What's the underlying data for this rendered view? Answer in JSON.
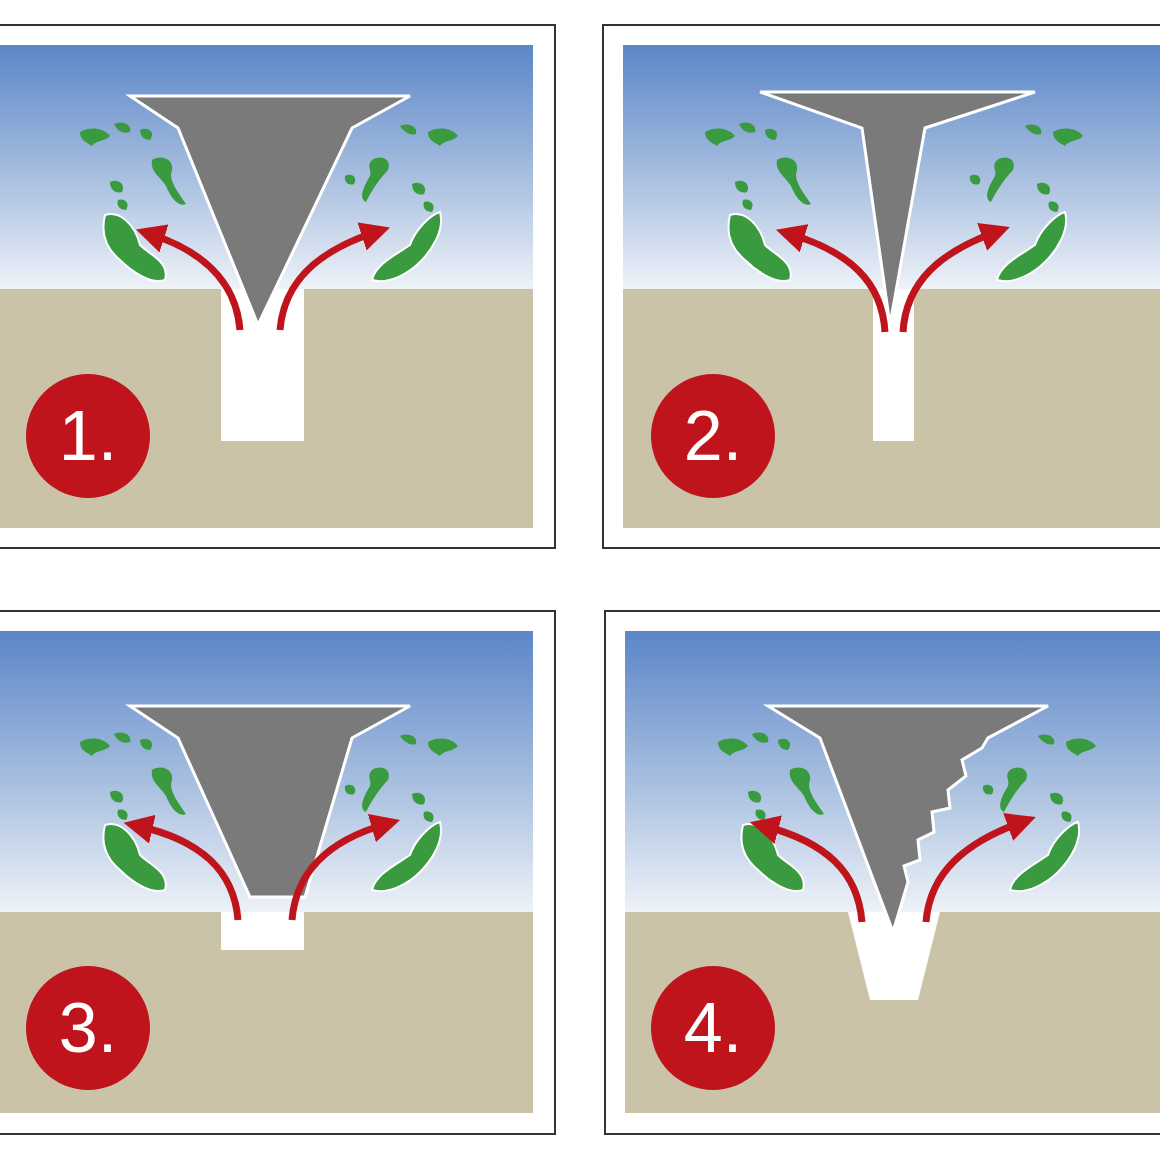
{
  "diagram": {
    "nodes": [
      {
        "text": [
          "1."
        ]
      },
      {
        "text": [
          "2."
        ]
      },
      {
        "text": [
          "3."
        ]
      },
      {
        "text": [
          "4."
        ]
      }
    ]
  }
}
